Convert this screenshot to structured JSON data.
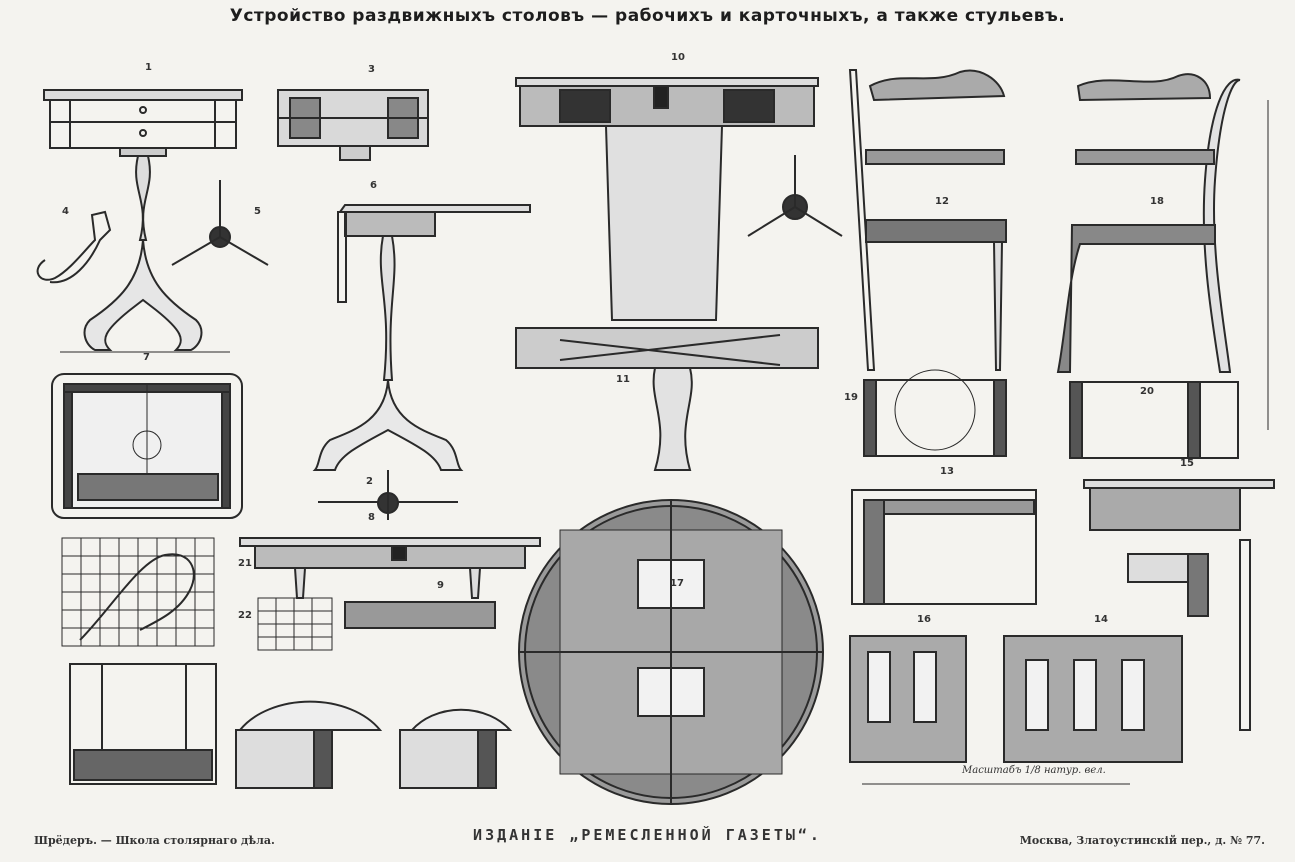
{
  "title": "Устройство раздвижныхъ столовъ — рабочихъ и карточныхъ, а также стульевъ.",
  "footer": {
    "left": "Шрёдеръ. — Школа столярнаго дѣла.",
    "center": "ИЗДАНІЕ „РЕМЕСЛЕННОЙ ГАЗЕТЫ“.",
    "right": "Москва, Златоустинскій пер., д. № 77."
  },
  "figure_numbers": [
    "1",
    "2",
    "3",
    "4",
    "5",
    "6",
    "7",
    "8",
    "9",
    "10",
    "11",
    "12",
    "13",
    "14",
    "15",
    "16",
    "17",
    "18",
    "19",
    "20",
    "21",
    "22"
  ],
  "scale_note": "Масштабъ 1/8 натур. вел.",
  "colors": {
    "paper": "#f4f3ef",
    "ink": "#2a2a2a",
    "shade": "#555555"
  }
}
